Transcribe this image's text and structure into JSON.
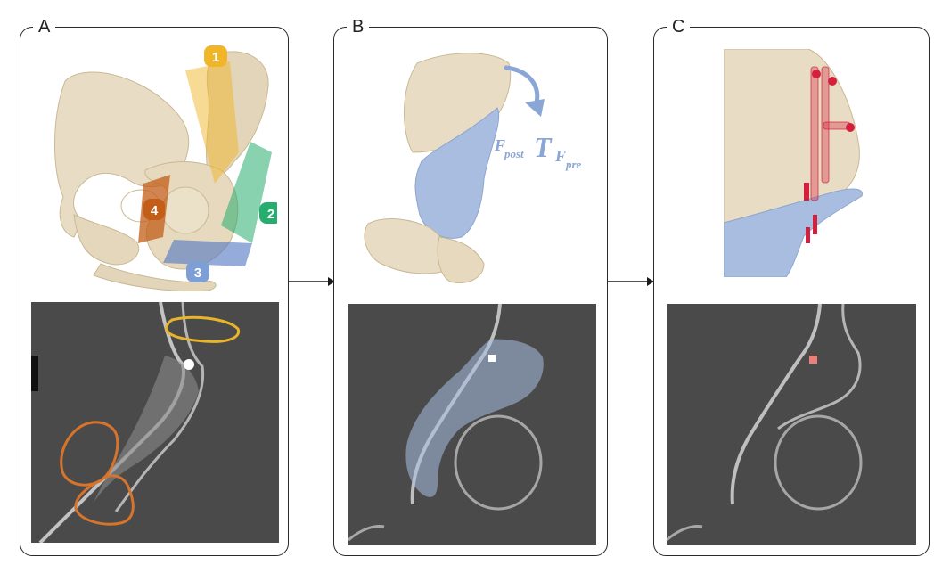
{
  "panels": {
    "a": {
      "label": "A"
    },
    "b": {
      "label": "B"
    },
    "c": {
      "label": "C"
    }
  },
  "planes": [
    {
      "number": "1",
      "color": "#f0b528"
    },
    {
      "number": "2",
      "color": "#27ad6d"
    },
    {
      "number": "3",
      "color": "#7d9fd6"
    },
    {
      "number": "4",
      "color": "#c25e17"
    }
  ],
  "formula": {
    "left_sub": "F",
    "left_subsub": "post",
    "symbol": "T",
    "right_sub": "F",
    "right_subsub": "pre"
  },
  "colors": {
    "bone": "#e8dcc4",
    "fragment": "#a8bde0",
    "screw": "#d4203c",
    "ct_background": "#4a4a4a",
    "outline_orange": "#d6742c",
    "outline_yellow": "#e8b52a"
  },
  "icons": [
    "rotation-arrow-icon",
    "right-arrow-icon"
  ]
}
